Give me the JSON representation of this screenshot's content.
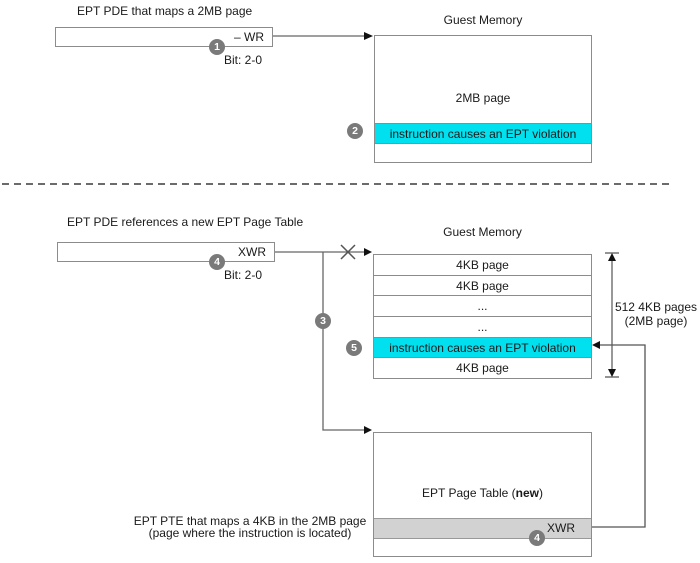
{
  "section1": {
    "title": "EPT PDE  that maps a 2MB page",
    "pde_label": "– WR",
    "step1": "1",
    "bit_label": "Bit: 2-0",
    "guest_title": "Guest Memory",
    "page_label": "2MB page",
    "step2": "2",
    "violation_label": "instruction causes an EPT violation"
  },
  "section2": {
    "title": "EPT PDE  references a new EPT Page Table",
    "pde_label": "XWR",
    "step4": "4",
    "bit_label": "Bit: 2-0",
    "step3": "3",
    "guest_title": "Guest Memory",
    "rows": [
      "4KB page",
      "4KB page",
      "...",
      "...",
      "instruction causes an EPT violation",
      "4KB page"
    ],
    "step5": "5",
    "size_label_line1": "512 4KB pages",
    "size_label_line2": "(2MB page)",
    "table_label_prefix": "EPT Page Table (",
    "table_label_bold": "new",
    "table_label_suffix": ")",
    "xwr_label": "XWR",
    "step4b": "4",
    "caption_line1": "EPT PTE that maps a 4KB in the 2MB page",
    "caption_line2": "(page where the instruction is located)"
  },
  "colors": {
    "highlight_cyan": "#00e0ee",
    "badge_gray": "#7a7a7a",
    "band_gray": "#d2d2d2"
  }
}
